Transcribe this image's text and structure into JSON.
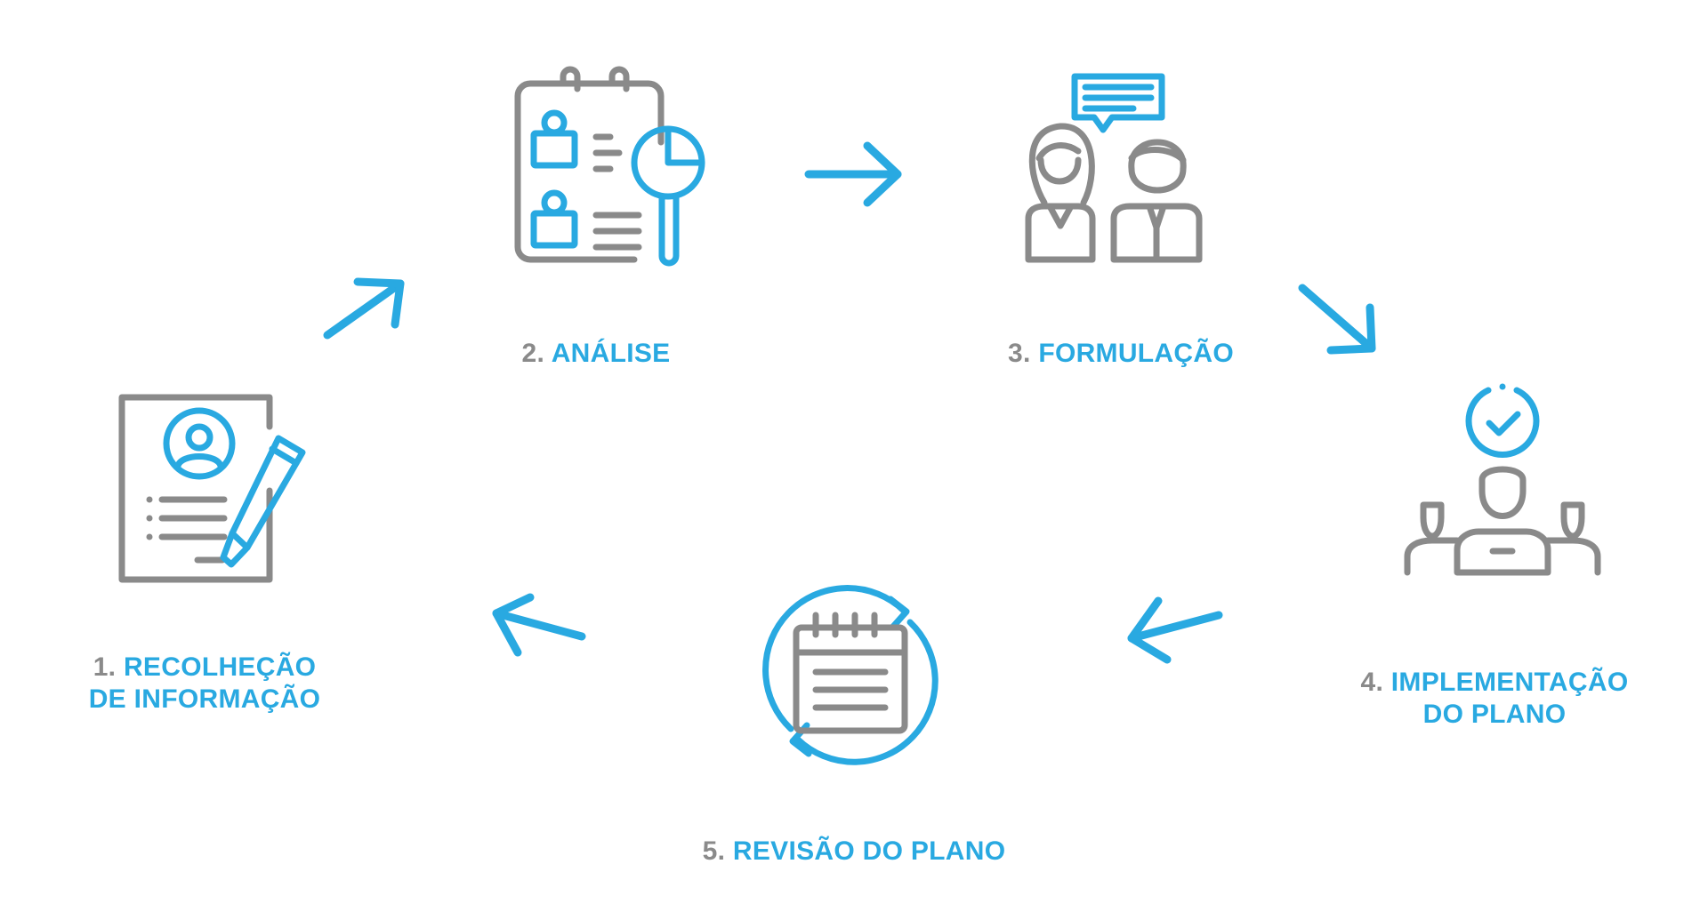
{
  "colors": {
    "accent": "#29a9e1",
    "gray": "#8a8a8a"
  },
  "steps": [
    {
      "number": "1.",
      "title_line1": "RECOLHEÇÃO",
      "title_line2": "DE INFORMAÇÃO",
      "icon": "document-edit-icon"
    },
    {
      "number": "2.",
      "title": "ANÁLISE",
      "icon": "analysis-magnifier-icon"
    },
    {
      "number": "3.",
      "title": "FORMULAÇÃO",
      "icon": "discussion-people-icon"
    },
    {
      "number": "4.",
      "title_line1": "IMPLEMENTAÇÃO",
      "title_line2": "DO PLANO",
      "icon": "team-check-icon"
    },
    {
      "number": "5.",
      "title": "REVISÃO DO PLANO",
      "icon": "calendar-refresh-icon"
    }
  ]
}
